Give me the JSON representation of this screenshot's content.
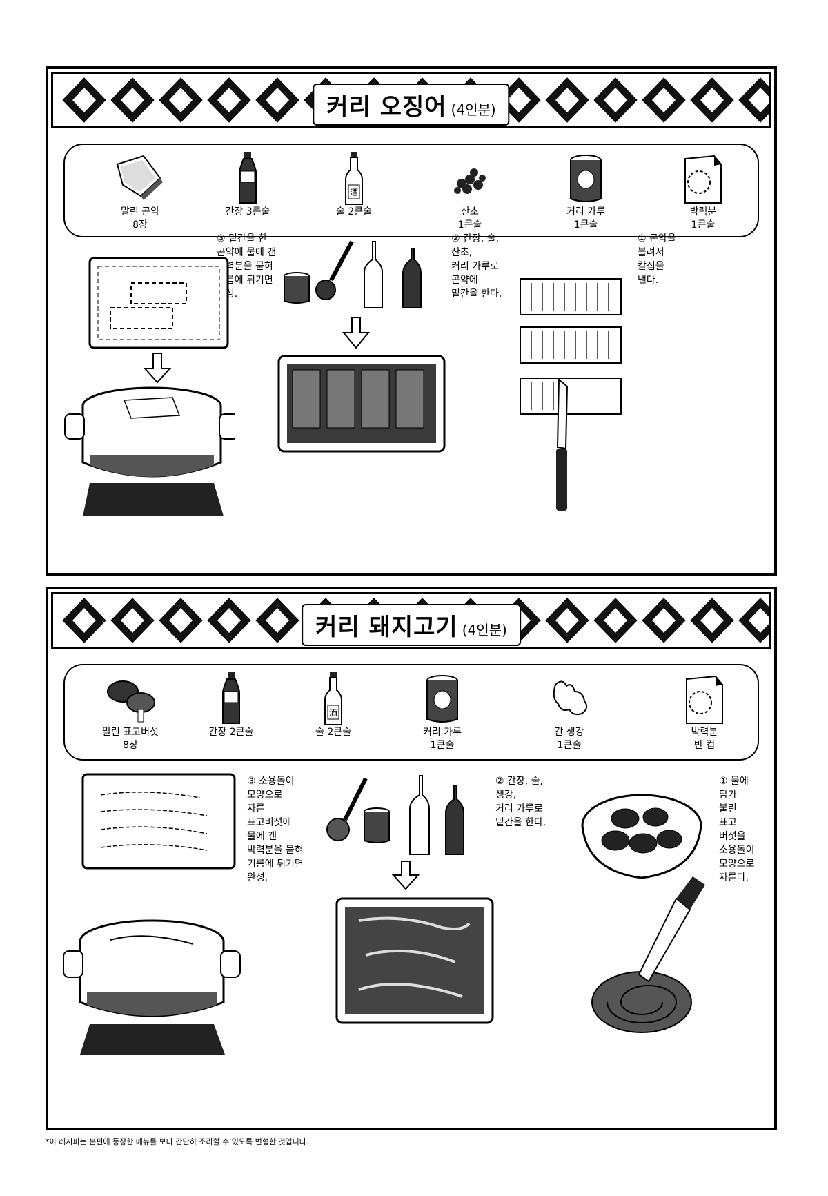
{
  "recipes": [
    {
      "title": "커리 오징어",
      "serving": "(4인분)",
      "ingredients": [
        {
          "icon": "konjac-sheet-icon",
          "label": "말린 곤약\n8장"
        },
        {
          "icon": "soy-sauce-bottle-icon",
          "label": "간장 3큰술"
        },
        {
          "icon": "sake-bottle-icon",
          "label": "술 2큰술"
        },
        {
          "icon": "sansho-pepper-icon",
          "label": "산초\n1큰술"
        },
        {
          "icon": "curry-powder-can-icon",
          "label": "커리 가루\n1큰술"
        },
        {
          "icon": "flour-bag-icon",
          "label": "박력분\n1큰술"
        }
      ],
      "steps": [
        {
          "icon": "",
          "label": "① 곤약을\n불려서\n칼집을\n낸다."
        },
        {
          "icon": "",
          "label": "② 간장, 술,\n산초,\n커리 가루로\n곤약에\n밑간을 한다."
        },
        {
          "icon": "",
          "label": "③ 밑간을 한\n곤약에 물에 갠\n박력분을 묻혀\n기름에 튀기면\n완성."
        }
      ],
      "marks": [
        "酒"
      ]
    },
    {
      "title": "커리 돼지고기",
      "serving": "(4인분)",
      "ingredients": [
        {
          "icon": "dried-shiitake-icon",
          "label": "말린 표고버섯\n8장"
        },
        {
          "icon": "soy-sauce-bottle-icon",
          "label": "간장 2큰술"
        },
        {
          "icon": "sake-bottle-icon",
          "label": "술 2큰술"
        },
        {
          "icon": "curry-powder-can-icon",
          "label": "커리 가루\n1큰술"
        },
        {
          "icon": "ginger-icon",
          "label": "간 생강\n1큰술"
        },
        {
          "icon": "flour-bag-icon",
          "label": "박력분\n반 컵"
        }
      ],
      "steps": [
        {
          "icon": "",
          "label": "① 물에\n담가\n불린\n표고\n버섯을\n소용돌이\n모양으로\n자른다."
        },
        {
          "icon": "",
          "label": "② 간장, 술,\n생강,\n커리 가루로\n밑간을 한다."
        },
        {
          "icon": "",
          "label": "③ 소용돌이\n모양으로\n자른\n표고버섯에\n물에 갠\n박력분을 묻혀\n기름에 튀기면\n완성."
        }
      ],
      "marks": [
        "酒"
      ]
    }
  ],
  "footnote": "*이 레시피는 본편에 등장한 메뉴를 보다 간단히 조리할 수 있도록 변형한 것입니다."
}
